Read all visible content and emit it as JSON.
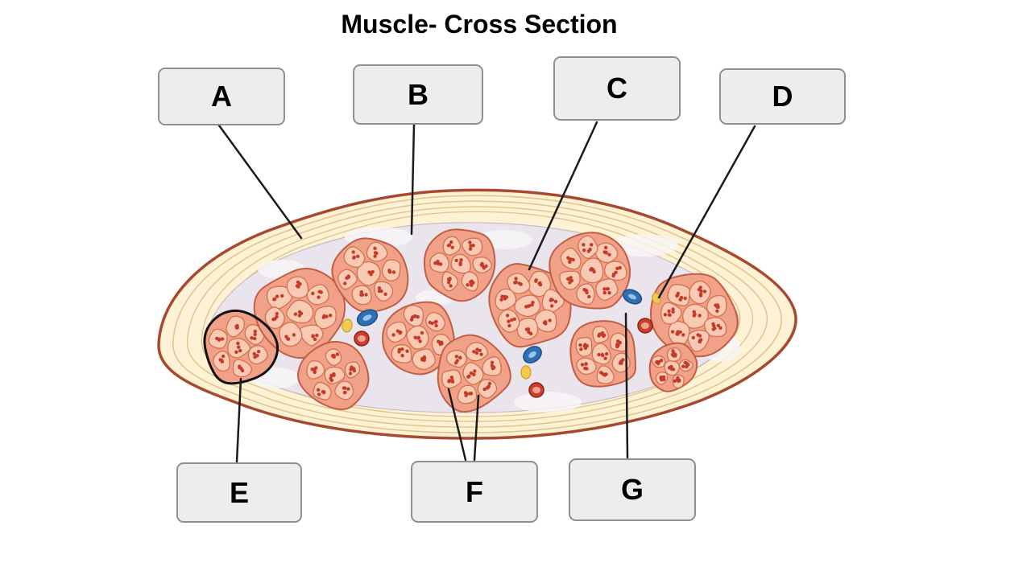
{
  "title": "Muscle- Cross Section",
  "labels": {
    "a": "A",
    "b": "B",
    "c": "C",
    "d": "D",
    "e": "E",
    "f": "F",
    "g": "G"
  },
  "colors": {
    "epimysium_fill": "#fdf2d4",
    "epimysium_stroke": "#a8492f",
    "texture_stroke": "#e2c28c",
    "perimysium_fill": "#eae4ec",
    "perimysium_patch": "#f8f6f9",
    "fascicle_fill": "#f2a189",
    "fascicle_stroke": "#c05f45",
    "fiber_fill": "#f8c9b3",
    "fiber_stroke": "#d2714f",
    "fiber_dot": "#c63b28",
    "vessel_blue": "#2f6fb5",
    "vessel_blue_dark": "#1d4f86",
    "vessel_blue_light": "#9cc4e8",
    "vessel_red": "#c8402e",
    "vessel_red_dark": "#8f2012",
    "vessel_red_light": "#f0a490",
    "vessel_yellow": "#f2ca4a",
    "vessel_yellow_dark": "#c8a030",
    "pointer_line": "#1b1b1b",
    "label_box_fill": "#ededed",
    "label_box_border": "#8f8f8f",
    "fascicle_e_outline": "#111111"
  }
}
